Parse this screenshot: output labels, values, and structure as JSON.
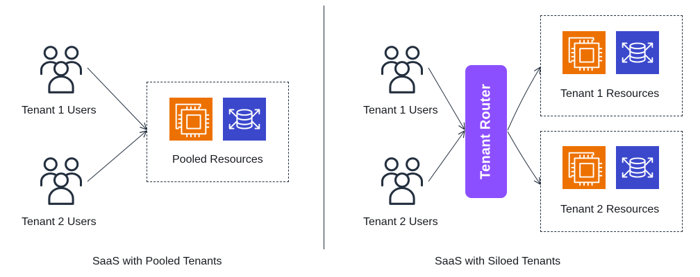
{
  "colors": {
    "compute": "#ed7100",
    "database": "#3b48cc",
    "router": "#8c4fff",
    "ink": "#232f3e"
  },
  "icons": {
    "users": "users-group-icon",
    "compute": "ec2-chip-icon",
    "database": "database-icon"
  },
  "pooled": {
    "tenant1_label": "Tenant 1 Users",
    "tenant2_label": "Tenant 2 Users",
    "resources_label": "Pooled Resources",
    "caption": "SaaS with Pooled Tenants"
  },
  "siloed": {
    "tenant1_label": "Tenant 1 Users",
    "tenant2_label": "Tenant 2 Users",
    "router_label": "Tenant Router",
    "tenant1_resources_label": "Tenant 1 Resources",
    "tenant2_resources_label": "Tenant 2 Resources",
    "caption": "SaaS with Siloed Tenants"
  }
}
